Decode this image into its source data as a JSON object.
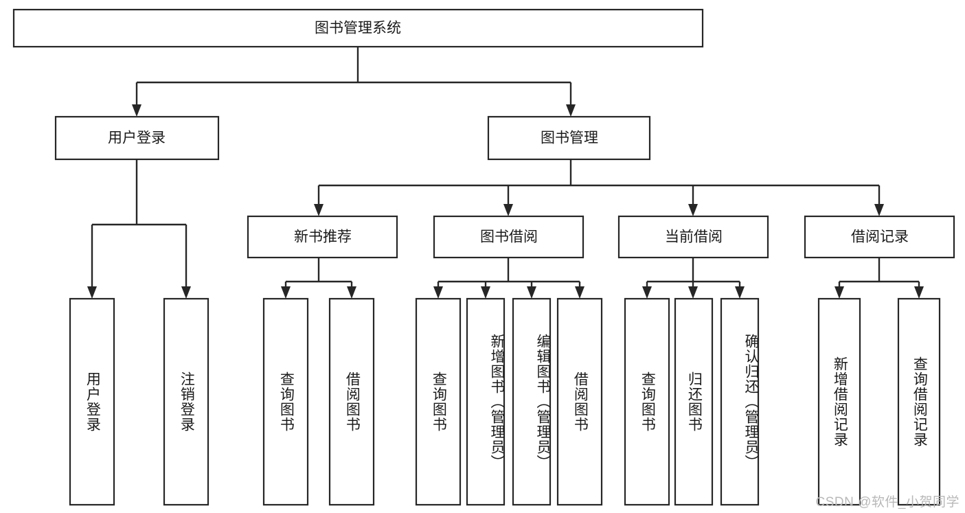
{
  "diagram": {
    "title": "图书管理系统",
    "type": "tree-hierarchy-chart",
    "watermark": "CSDN @软件_小贺同学",
    "colors": {
      "stroke": "#262626",
      "fill": "#ffffff",
      "text": "#1a1a1a",
      "watermark": "#b8b8b8"
    },
    "root": {
      "label": "图书管理系统",
      "orientation": "horizontal"
    },
    "level2": [
      {
        "label": "用户登录",
        "orientation": "horizontal"
      },
      {
        "label": "图书管理",
        "orientation": "horizontal"
      }
    ],
    "level3": [
      {
        "label": "新书推荐",
        "orientation": "horizontal"
      },
      {
        "label": "图书借阅",
        "orientation": "horizontal"
      },
      {
        "label": "当前借阅",
        "orientation": "horizontal"
      },
      {
        "label": "借阅记录",
        "orientation": "horizontal"
      }
    ],
    "leaves": [
      {
        "label": "用户登录",
        "parent": "用户登录",
        "orientation": "vertical"
      },
      {
        "label": "注销登录",
        "parent": "用户登录",
        "orientation": "vertical"
      },
      {
        "label": "查询图书",
        "parent": "新书推荐",
        "orientation": "vertical"
      },
      {
        "label": "借阅图书",
        "parent": "新书推荐",
        "orientation": "vertical"
      },
      {
        "label": "查询图书",
        "parent": "图书借阅",
        "orientation": "vertical"
      },
      {
        "label": "新增图书（管理员）",
        "parent": "图书借阅",
        "orientation": "vertical"
      },
      {
        "label": "编辑图书（管理员）",
        "parent": "图书借阅",
        "orientation": "vertical"
      },
      {
        "label": "借阅图书",
        "parent": "图书借阅",
        "orientation": "vertical"
      },
      {
        "label": "查询图书",
        "parent": "当前借阅",
        "orientation": "vertical"
      },
      {
        "label": "归还图书",
        "parent": "当前借阅",
        "orientation": "vertical"
      },
      {
        "label": "确认归还（管理员）",
        "parent": "当前借阅",
        "orientation": "vertical"
      },
      {
        "label": "新增借阅记录",
        "parent": "借阅记录",
        "orientation": "vertical"
      },
      {
        "label": "查询借阅记录",
        "parent": "借阅记录",
        "orientation": "vertical"
      }
    ]
  }
}
